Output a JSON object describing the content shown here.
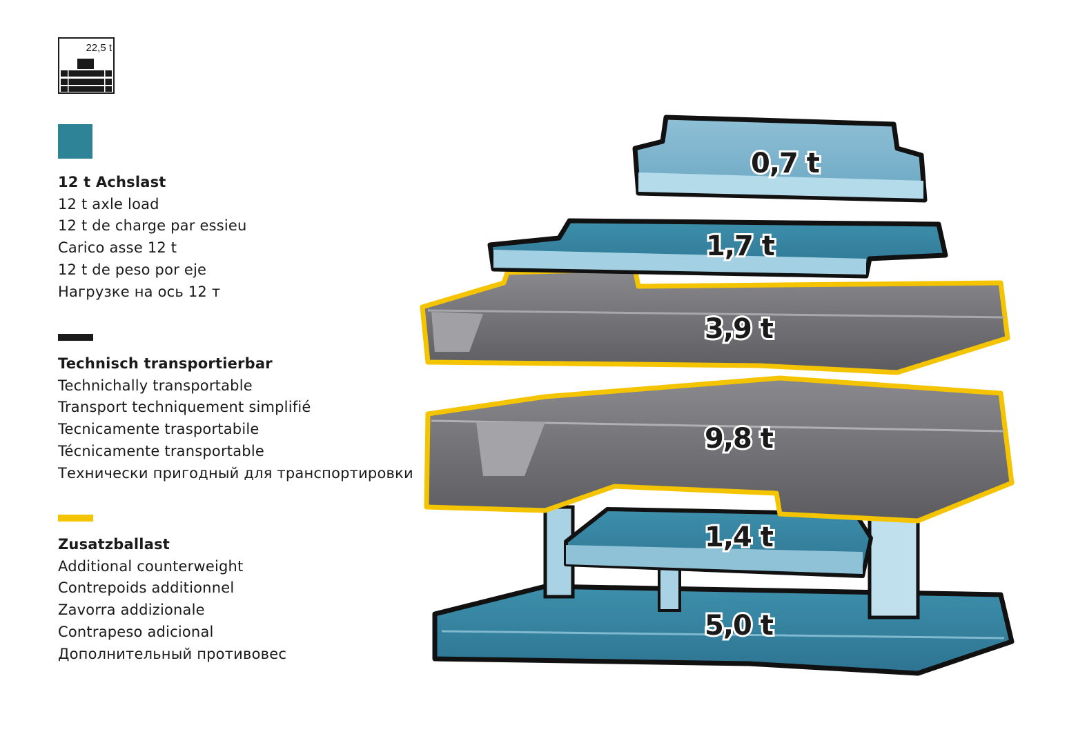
{
  "icon": {
    "name": "axle-load-22-5t-icon",
    "label": "22,5 t"
  },
  "legend": [
    {
      "color": "#2e8396",
      "lines": [
        "12 t Achslast",
        "12 t axle load",
        "12 t de charge par essieu",
        "Carico asse 12 t",
        "12 t de peso por eje",
        "Нагрузке на ось 12 т"
      ]
    },
    {
      "color": "#1a1a1a",
      "lines": [
        "Technisch transportierbar",
        "Technichally transportable",
        "Transport techniquement simplifié",
        "Tecnicamente trasportabile",
        "Técnicamente transportable",
        "Технически пригодный для транспортировки"
      ]
    },
    {
      "color": "#f5c400",
      "lines": [
        "Zusatzballast",
        "Additional counterweight",
        "Contrepoids additionnel",
        "Zavorra addizionale",
        "Contrapeso adicional",
        "Дополнительный противовес"
      ]
    }
  ],
  "parts": [
    {
      "label": "0,7 t",
      "kind": "axle-load"
    },
    {
      "label": "1,7 t",
      "kind": "axle-load"
    },
    {
      "label": "3,9 t",
      "kind": "additional"
    },
    {
      "label": "9,8 t",
      "kind": "additional"
    },
    {
      "label": "1,4 t",
      "kind": "axle-load"
    },
    {
      "label": "5,0 t",
      "kind": "axle-load"
    }
  ]
}
